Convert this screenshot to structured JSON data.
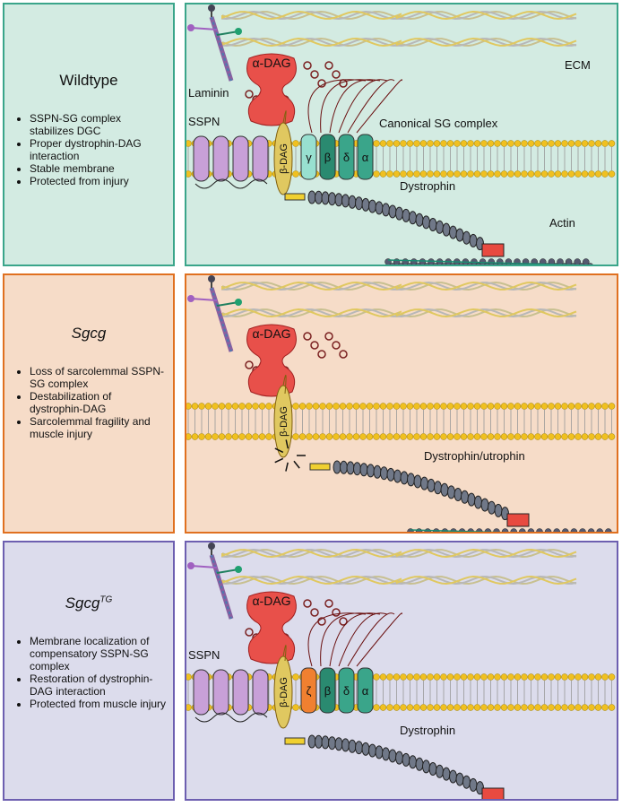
{
  "colors": {
    "wildtype_bg": "#d3ebe2",
    "wildtype_border": "#3aa58a",
    "sgcg_bg": "#f6dcc8",
    "sgcg_border": "#e07020",
    "tg_bg": "#dcdcec",
    "tg_border": "#6d5fb0"
  },
  "panels": [
    {
      "title": "Wildtype",
      "title_italic": false,
      "bullets": [
        "SSPN-SG complex stabilizes DGC",
        "Proper dystrophin-DAG interaction",
        "Stable membrane",
        "Protected from injury"
      ],
      "labels": {
        "alpha_dag": "α-DAG",
        "beta_dag": "β-DAG",
        "laminin": "Laminin",
        "sspn": "SSPN",
        "sg_complex": "Canonical SG complex",
        "dystrophin": "Dystrophin",
        "actin": "Actin",
        "ecm": "ECM",
        "sg_subunits": [
          "γ",
          "β",
          "δ",
          "α"
        ]
      }
    },
    {
      "title": "Sgcg",
      "title_italic": true,
      "bullets": [
        "Loss of sarcolemmal SSPN-SG complex",
        "Destabilization of dystrophin-DAG",
        "Sarcolemmal fragility and muscle injury"
      ],
      "labels": {
        "alpha_dag": "α-DAG",
        "beta_dag": "β-DAG",
        "dystrophin": "Dystrophin/utrophin"
      }
    },
    {
      "title": "Sgcg",
      "title_sup": "TG",
      "title_italic": true,
      "bullets": [
        "Membrane localization of compensatory SSPN-SG complex",
        "Restoration of dystrophin-DAG interaction",
        "Protected from muscle injury"
      ],
      "labels": {
        "alpha_dag": "α-DAG",
        "beta_dag": "β-DAG",
        "sspn": "SSPN",
        "dystrophin": "Dystrophin",
        "sg_subunits": [
          "ζ",
          "β",
          "δ",
          "α"
        ]
      }
    }
  ]
}
